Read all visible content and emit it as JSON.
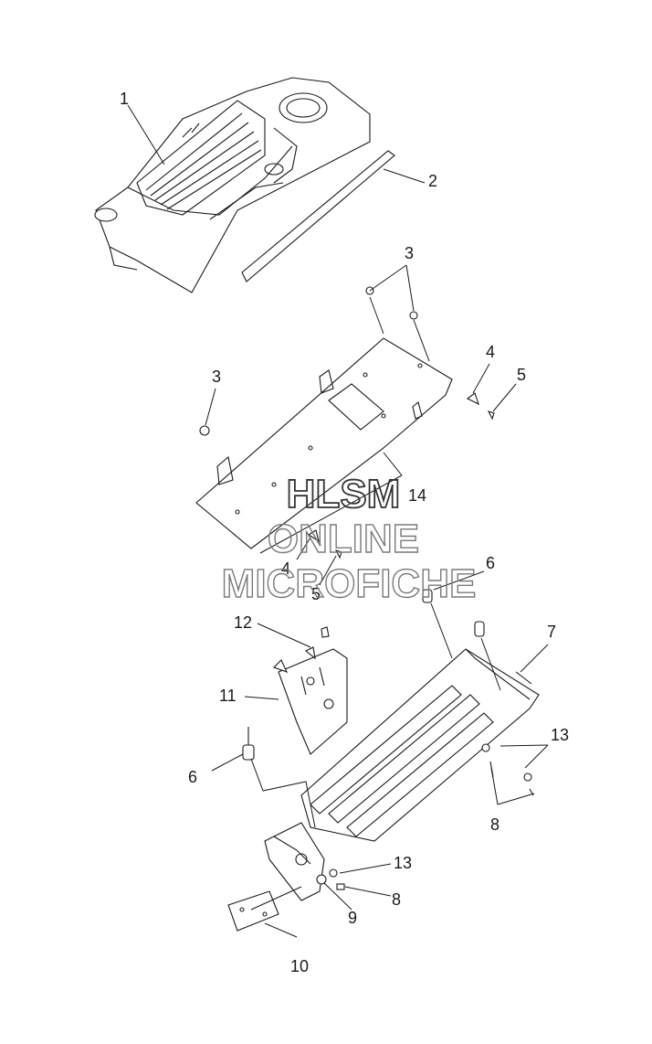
{
  "callouts": [
    "1",
    "2",
    "3",
    "3",
    "4",
    "5",
    "14",
    "4",
    "5",
    "6",
    "7",
    "12",
    "11",
    "6",
    "13",
    "8",
    "13",
    "8",
    "9",
    "10"
  ],
  "watermark": [
    "HLSM",
    "ONLINE",
    "MICROFICHE"
  ]
}
